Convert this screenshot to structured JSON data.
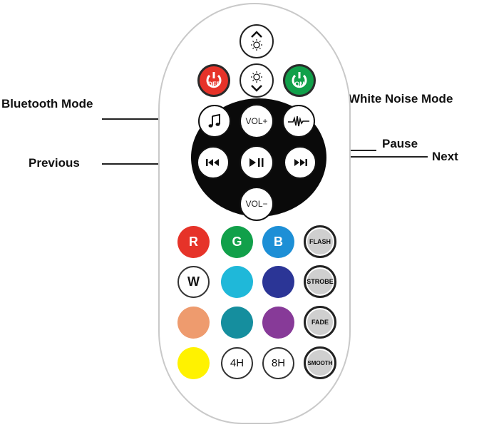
{
  "labels": {
    "bluetooth": "Bluetooth Mode",
    "white_noise": "White Noise Mode",
    "pause": "Pause",
    "previous": "Previous",
    "next": "Next"
  },
  "buttons": {
    "off": "OFF",
    "on": "ON",
    "vol_up": "VOL+",
    "vol_down": "VOL−",
    "r": "R",
    "g": "G",
    "b": "B",
    "w": "W",
    "flash": "FLASH",
    "strobe": "STROBE",
    "fade": "FADE",
    "smooth": "SMOOTH",
    "h4": "4H",
    "h8": "8H"
  },
  "colors": {
    "red": "#e63329",
    "green": "#11a04a",
    "blue": "#1d8fd6",
    "cyan": "#1fb8d9",
    "navy": "#2b3596",
    "peach": "#ee9b6e",
    "teal": "#158e9e",
    "purple": "#873a98",
    "yellow": "#fff200"
  },
  "icons": [
    "sun-up-icon",
    "sun-down-icon",
    "power-off-icon",
    "power-on-icon",
    "music-note-icon",
    "waveform-icon",
    "previous-icon",
    "play-pause-icon",
    "next-icon"
  ]
}
